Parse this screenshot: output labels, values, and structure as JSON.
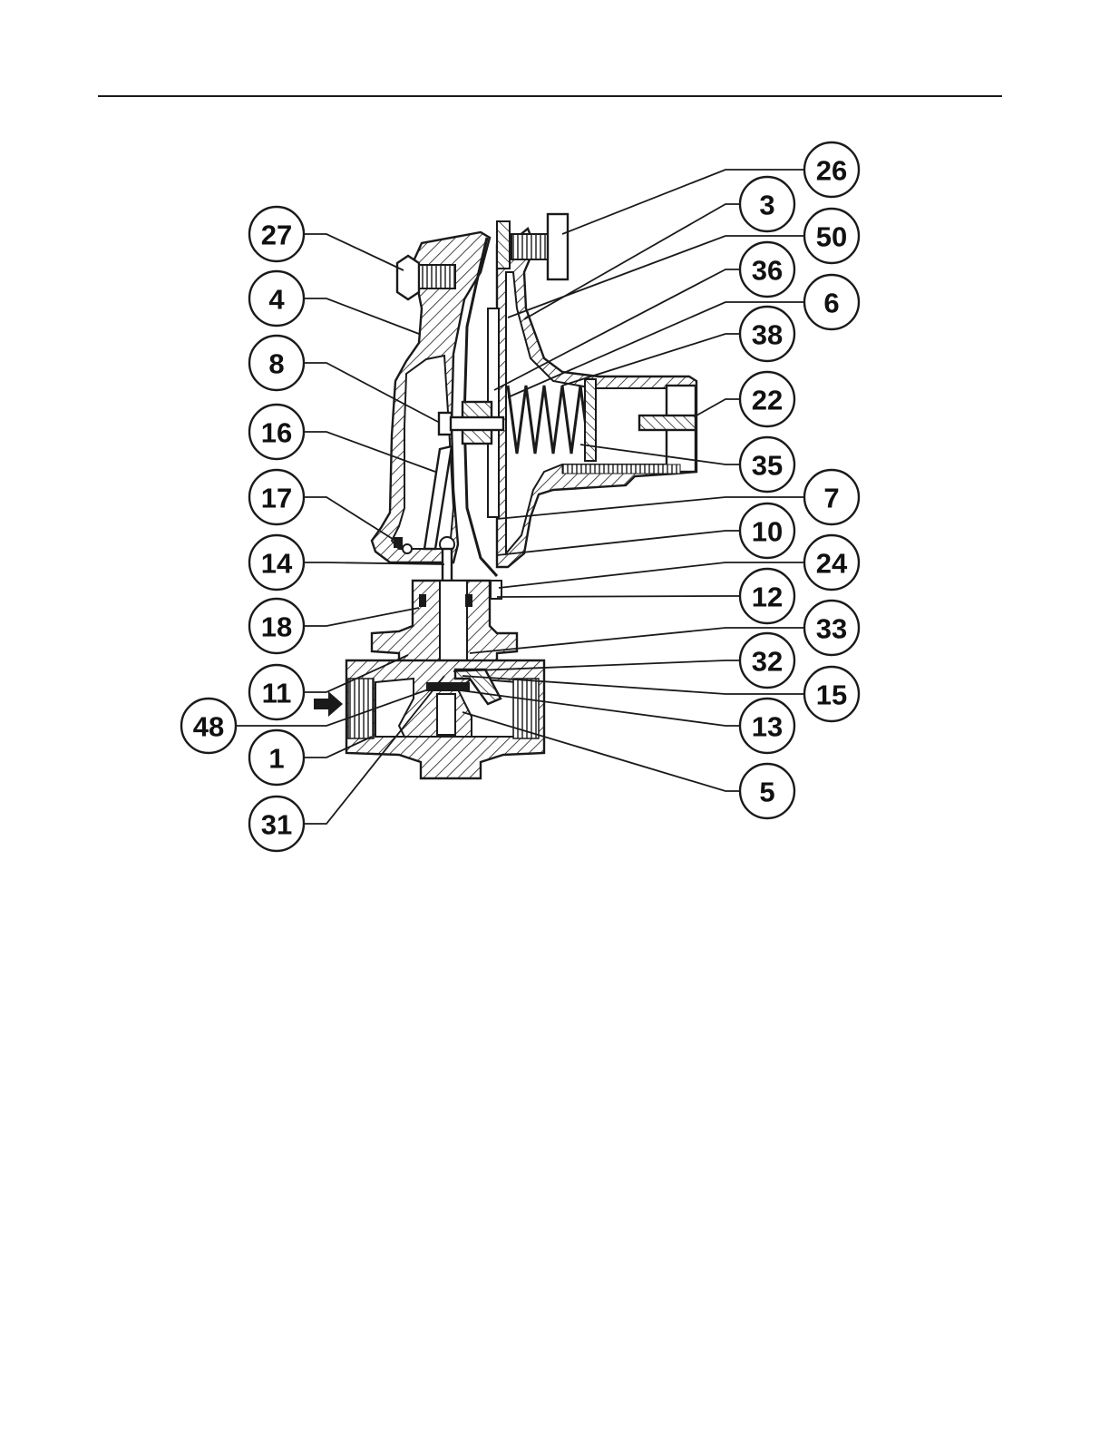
{
  "diagram": {
    "callouts_left": [
      "27",
      "4",
      "8",
      "16",
      "17",
      "14",
      "18",
      "11",
      "48",
      "1",
      "31"
    ],
    "callouts_right": [
      "26",
      "3",
      "50",
      "36",
      "6",
      "38",
      "22",
      "35",
      "7",
      "10",
      "24",
      "12",
      "33",
      "32",
      "15",
      "13",
      "5"
    ],
    "flow_direction": "right-arrow",
    "colors": {
      "ink": "#1a1a1a",
      "paper": "#ffffff"
    }
  }
}
